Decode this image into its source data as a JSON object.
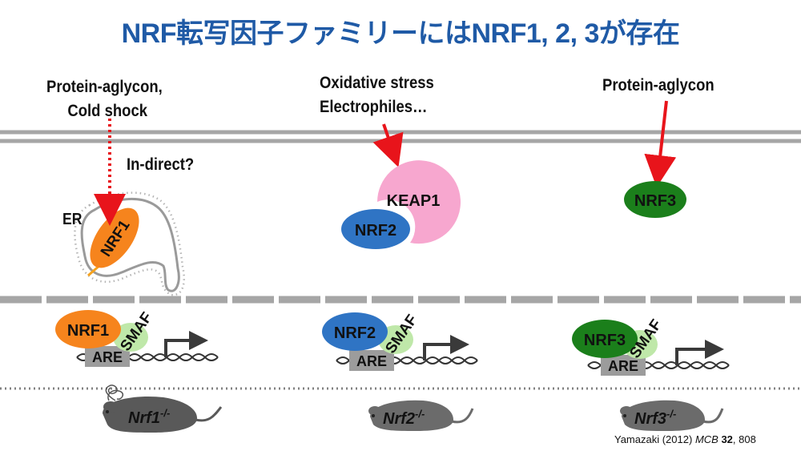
{
  "title": "NRF転写因子ファミリーにはNRF1, 2, 3が存在",
  "stimuli": {
    "nrf1_line1": "Protein-aglycon,",
    "nrf1_line2": "Cold shock",
    "nrf2_line1": "Oxidative stress",
    "nrf2_line2": "Electrophiles…",
    "nrf3": "Protein-aglycon"
  },
  "indirect_label": "In-direct?",
  "er_label": "ER",
  "proteins": {
    "nrf1": "NRF1",
    "nrf2": "NRF2",
    "nrf3": "NRF3",
    "keap1": "KEAP1",
    "smaf": "SMAF"
  },
  "element_label": "ARE",
  "mice": {
    "nrf1": "Nrf1",
    "nrf2": "Nrf2",
    "nrf3": "Nrf3",
    "genotype": "-/-"
  },
  "citation": {
    "authors": "Yamazaki (2012)",
    "journal": "MCB",
    "volume": "32",
    "pages": ", 808"
  },
  "colors": {
    "title": "#1f5aa6",
    "nrf1": "#f6841d",
    "nrf2": "#2f74c4",
    "nrf3": "#1b7f1b",
    "keap1": "#f7a7cf",
    "smaf": "#bfe8a9",
    "arrow": "#e8141b",
    "membrane": "#a6a6a6"
  }
}
